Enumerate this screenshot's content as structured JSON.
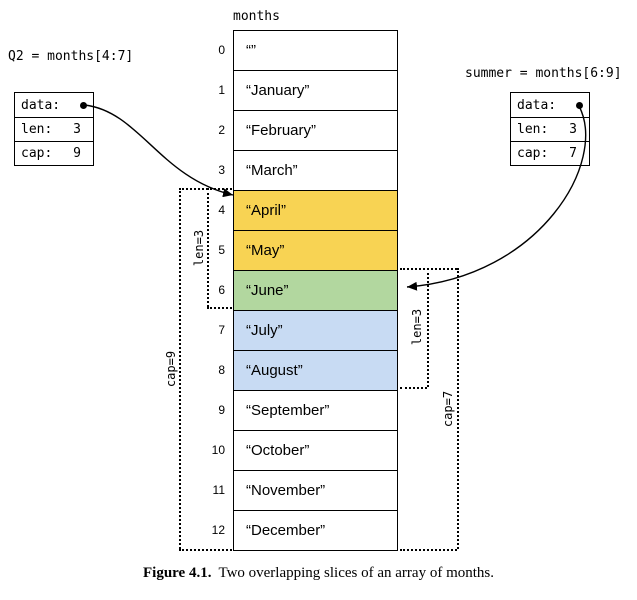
{
  "title": "months",
  "array": {
    "cells": [
      {
        "index": "0",
        "text": "“”",
        "fill": "white"
      },
      {
        "index": "1",
        "text": "“January”",
        "fill": "white"
      },
      {
        "index": "2",
        "text": "“February”",
        "fill": "white"
      },
      {
        "index": "3",
        "text": "“March”",
        "fill": "white"
      },
      {
        "index": "4",
        "text": "“April”",
        "fill": "yellow"
      },
      {
        "index": "5",
        "text": "“May”",
        "fill": "yellow"
      },
      {
        "index": "6",
        "text": "“June”",
        "fill": "green"
      },
      {
        "index": "7",
        "text": "“July”",
        "fill": "blue"
      },
      {
        "index": "8",
        "text": "“August”",
        "fill": "blue"
      },
      {
        "index": "9",
        "text": "“September”",
        "fill": "white"
      },
      {
        "index": "10",
        "text": "“October”",
        "fill": "white"
      },
      {
        "index": "11",
        "text": "“November”",
        "fill": "white"
      },
      {
        "index": "12",
        "text": "“December”",
        "fill": "white"
      }
    ]
  },
  "colors": {
    "yellow": "#f8d353",
    "green": "#b2d79f",
    "blue": "#c8dbf3",
    "white": "#ffffff"
  },
  "q2": {
    "label": "Q2 = months[4:7]",
    "data_label": "data:",
    "len_label": "len:",
    "len_value": "3",
    "cap_label": "cap:",
    "cap_value": "9"
  },
  "summer": {
    "label": "summer = months[6:9]",
    "data_label": "data:",
    "len_label": "len:",
    "len_value": "3",
    "cap_label": "cap:",
    "cap_value": "7"
  },
  "brackets": {
    "q2_len": "len=3",
    "q2_cap": "cap=9",
    "summer_len": "len=3",
    "summer_cap": "cap=7"
  },
  "caption": {
    "label": "Figure 4.1.",
    "text": "Two overlapping slices of an array of months."
  }
}
